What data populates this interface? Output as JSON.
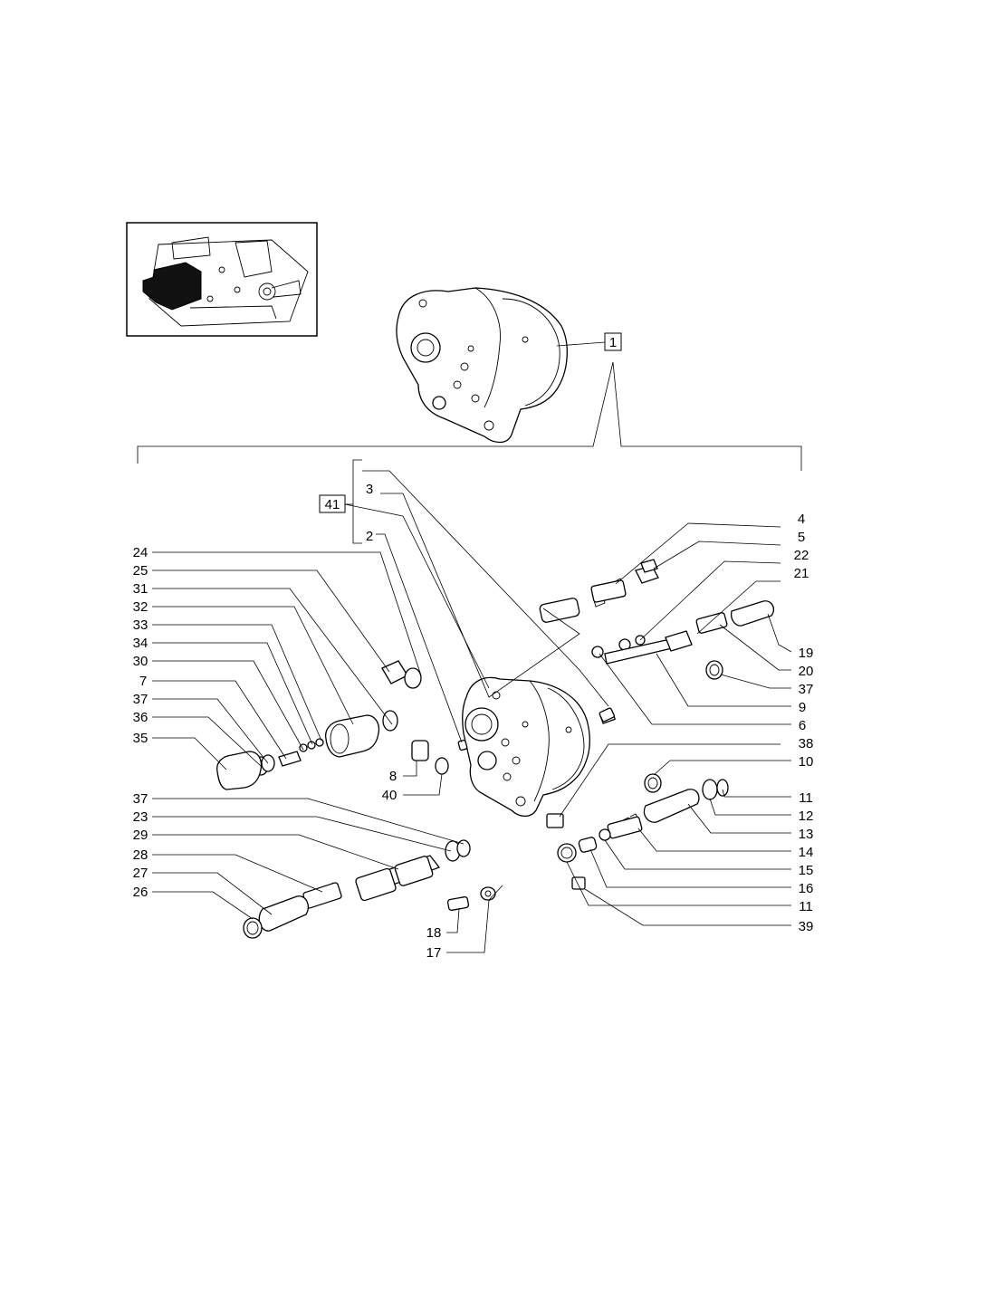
{
  "diagram": {
    "assembly_label": "1",
    "subassembly_label": "41",
    "callouts": [
      "2",
      "3",
      "4",
      "5",
      "22",
      "21",
      "19",
      "20",
      "37",
      "9",
      "6",
      "38",
      "10",
      "11",
      "12",
      "13",
      "14",
      "15",
      "16",
      "11",
      "39",
      "24",
      "25",
      "31",
      "32",
      "33",
      "34",
      "30",
      "7",
      "37",
      "36",
      "35",
      "8",
      "40",
      "37",
      "23",
      "29",
      "28",
      "27",
      "26",
      "18",
      "17"
    ]
  }
}
